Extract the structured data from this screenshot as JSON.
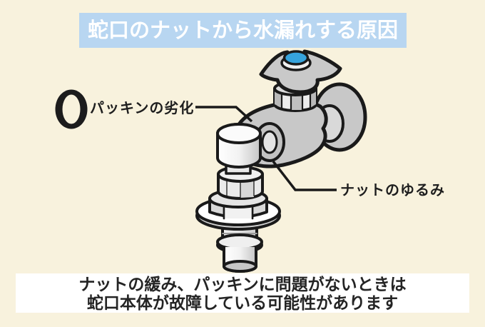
{
  "page": {
    "background_color": "#f8f2dd"
  },
  "banner": {
    "title": "蛇口のナットから水漏れする原因",
    "bg_color": "#b8d6f1",
    "text_color": "#ffffff"
  },
  "annotations": {
    "packing": {
      "label": "パッキンの劣化",
      "icon": "o-ring-icon"
    },
    "nut": {
      "label": "ナットのゆるみ"
    }
  },
  "footer": {
    "line1": "ナットの緩み、パッキンに問題がないときは",
    "line2": "蛇口本体が故障している可能性があります",
    "bg_color": "#ffffff",
    "text_color": "#242424"
  },
  "illustration": {
    "name": "wall-faucet-diagram",
    "handle_cap_color": "#36a3dc",
    "metal_color": "#c8c8c8",
    "outline_color": "#1a1a1a",
    "o_ring_color": "#1c1c1c"
  }
}
